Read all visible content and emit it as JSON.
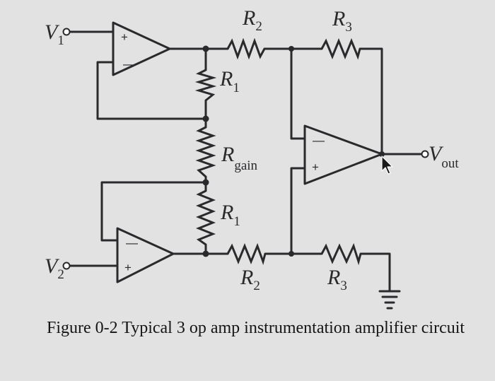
{
  "caption": "Figure 0-2 Typical 3 op amp instrumentation amplifier circuit",
  "signs": {
    "plus": "+",
    "minus": "—"
  },
  "labels": {
    "v1": {
      "main": "V",
      "sub": "1"
    },
    "v2": {
      "main": "V",
      "sub": "2"
    },
    "vout": {
      "main": "V",
      "sub": "out"
    },
    "r1": {
      "main": "R",
      "sub": "1"
    },
    "r2": {
      "main": "R",
      "sub": "2"
    },
    "r3": {
      "main": "R",
      "sub": "3"
    },
    "rgain": {
      "main": "R",
      "sub": "gain"
    }
  },
  "icons": [
    "ground-icon",
    "mouse-cursor-icon"
  ],
  "colors": {
    "background": "#e3e2e3",
    "ink": "#2a2a2c"
  }
}
